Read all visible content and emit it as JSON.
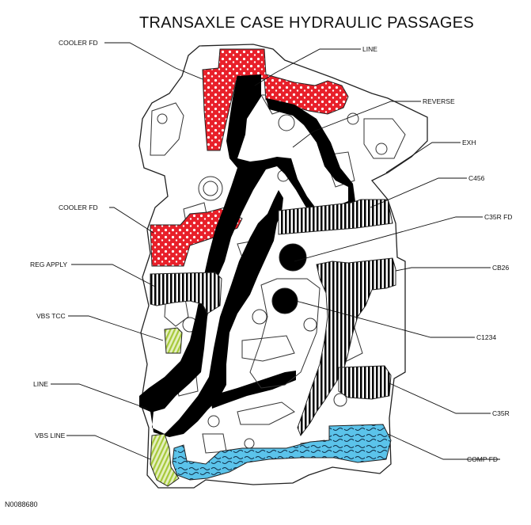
{
  "diagram": {
    "title": "TRANSAXLE CASE HYDRAULIC PASSAGES",
    "figure_id": "N0088680",
    "labels": {
      "cooler_fd_top": "COOLER FD",
      "line_top": "LINE",
      "reverse": "REVERSE",
      "exh": "EXH",
      "c456": "C456",
      "c35r_fd": "C35R FD",
      "cooler_fd_mid": "COOLER FD",
      "cb26": "CB26",
      "reg_apply": "REG APPLY",
      "vbs_tcc": "VBS TCC",
      "c1234": "C1234",
      "line_bottom": "LINE",
      "c35r": "C35R",
      "vbs_line": "VBS LINE",
      "comp_fd": "COMP FD"
    },
    "colors": {
      "cooler": "#e8202a",
      "line": "#000000",
      "vbs": "#a6c93a",
      "comp": "#5bc3ea",
      "outline": "#222222"
    }
  }
}
